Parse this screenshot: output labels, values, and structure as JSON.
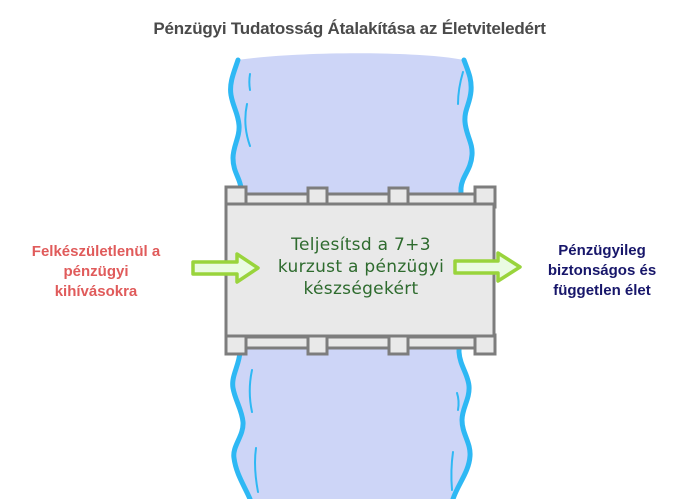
{
  "title": "Pénzügyi Tudatosság Átalakítása az Életviteledért",
  "title_color": "#4a4a4a",
  "diagram": {
    "left_label": {
      "lines": [
        "Felkészületlenül a",
        "pénzügyi",
        "kihívásokra"
      ],
      "color": "#e05b5b"
    },
    "bridge_label": {
      "lines": [
        "Teljesítsd a 7+3",
        "kurzust a pénzügyi",
        "készségekért"
      ],
      "color": "#2e6b2e"
    },
    "right_label": {
      "lines": [
        "Pénzügyileg",
        "biztonságos és",
        "független élet"
      ],
      "color": "#17166a"
    },
    "river": {
      "fill": "#cdd5f7",
      "stroke": "#2eb8f4"
    },
    "bridge": {
      "fill": "#e9e9e9",
      "stroke": "#7d7d7d"
    },
    "arrow": {
      "fill": "#eafbe2",
      "stroke": "#99d43c",
      "direction": "right"
    }
  }
}
